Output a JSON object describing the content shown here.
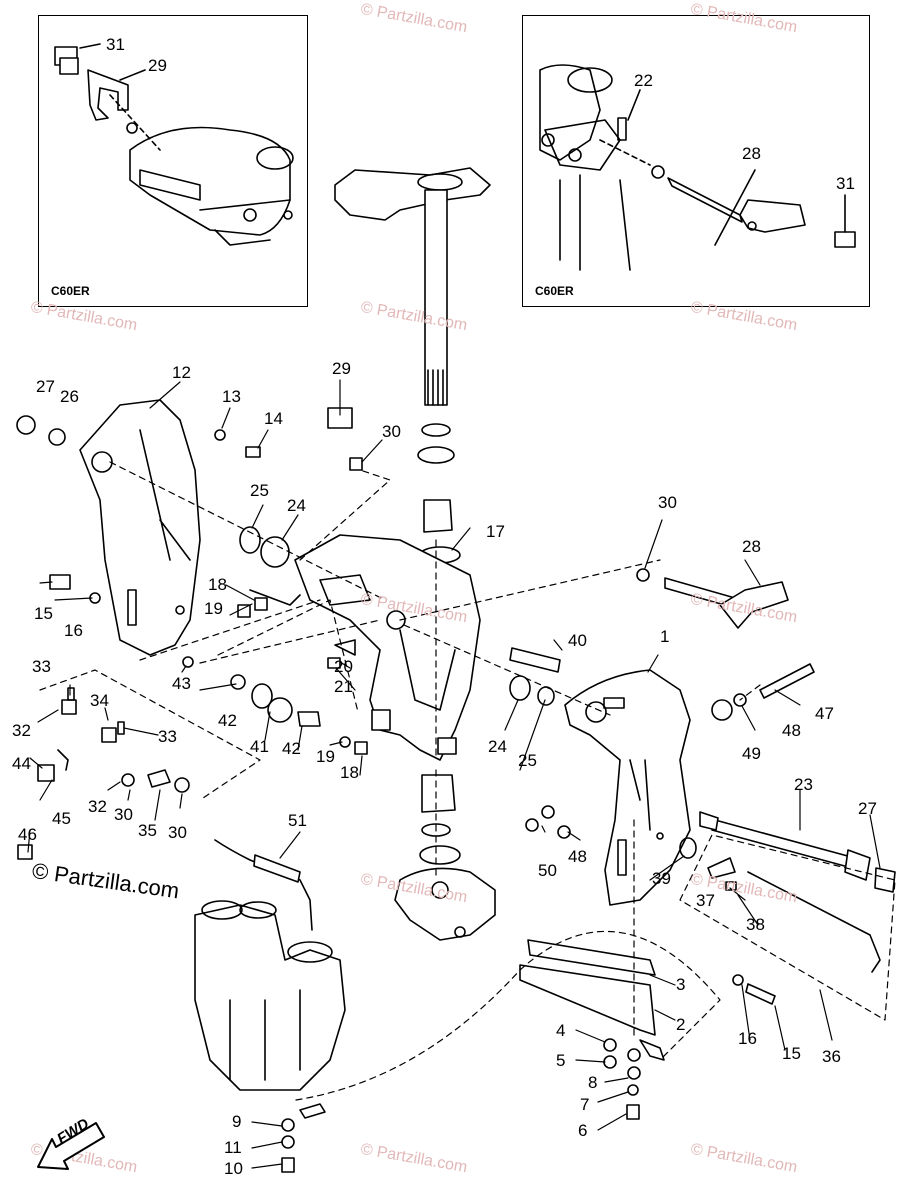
{
  "insets": {
    "left_label": "C60ER",
    "right_label": "C60ER"
  },
  "watermarks": {
    "main": "© Partzilla.com",
    "faint": "© Partzilla.com"
  },
  "fwd_label": "FWD",
  "callouts": {
    "inset_left_31": "31",
    "inset_left_29": "29",
    "inset_right_22": "22",
    "inset_right_28": "28",
    "inset_right_31": "31",
    "c1": "1",
    "c2": "2",
    "c3": "3",
    "c4": "4",
    "c5": "5",
    "c6": "6",
    "c7": "7",
    "c8": "8",
    "c9": "9",
    "c10": "10",
    "c11": "11",
    "c12": "12",
    "c13": "13",
    "c14": "14",
    "c15a": "15",
    "c15b": "15",
    "c16a": "16",
    "c16b": "16",
    "c17": "17",
    "c18a": "18",
    "c18b": "18",
    "c19a": "19",
    "c19b": "19",
    "c20": "20",
    "c21": "21",
    "c23": "23",
    "c24a": "24",
    "c24b": "24",
    "c25a": "25",
    "c25b": "25",
    "c26": "26",
    "c27a": "27",
    "c27b": "27",
    "c28": "28",
    "c29": "29",
    "c30a": "30",
    "c30b": "30",
    "c30c": "30",
    "c30d": "30",
    "c32a": "32",
    "c32b": "32",
    "c33a": "33",
    "c33b": "33",
    "c34": "34",
    "c35": "35",
    "c36": "36",
    "c37": "37",
    "c38": "38",
    "c39": "39",
    "c40": "40",
    "c41": "41",
    "c42a": "42",
    "c42b": "42",
    "c43": "43",
    "c44": "44",
    "c45": "45",
    "c46": "46",
    "c47": "47",
    "c48a": "48",
    "c48b": "48",
    "c49": "49",
    "c50": "50",
    "c51": "51"
  }
}
